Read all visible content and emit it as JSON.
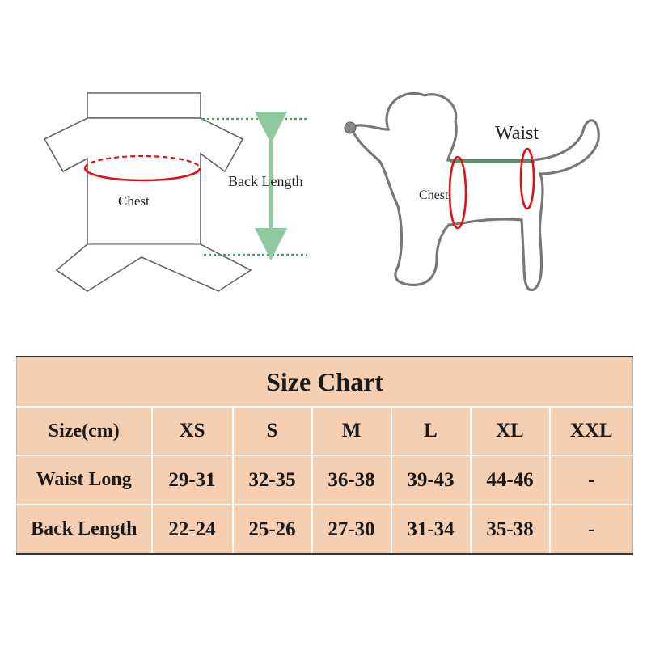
{
  "diagram": {
    "shirt": {
      "chest_label": "Chest",
      "back_length_label": "Back Length"
    },
    "dog": {
      "chest_label": "Chest",
      "waist_label": "Waist"
    },
    "colors": {
      "outline": "#555555",
      "measure_red": "#e01010",
      "guide_green": "#4f9a6a",
      "arrow_green": "#8fc9a0"
    }
  },
  "size_chart": {
    "title": "Size Chart",
    "header": [
      "Size(cm)",
      "XS",
      "S",
      "M",
      "L",
      "XL",
      "XXL"
    ],
    "rows": [
      [
        "Waist Long",
        "29-31",
        "32-35",
        "36-38",
        "39-43",
        "44-46",
        "-"
      ],
      [
        "Back Length",
        "22-24",
        "25-26",
        "27-30",
        "31-34",
        "35-38",
        "-"
      ]
    ],
    "colors": {
      "cell_bg": "#f5cfb1",
      "grid": "#ffffff",
      "text": "#1a1a1a"
    }
  }
}
